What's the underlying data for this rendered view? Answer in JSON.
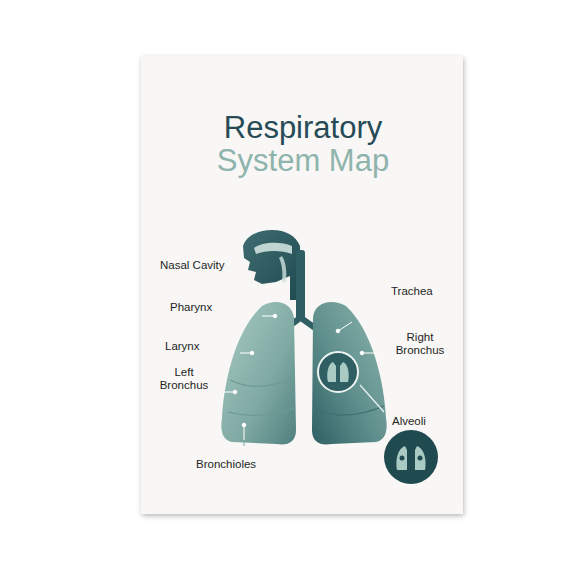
{
  "diagram": {
    "title": "Respiratory System Map",
    "labels": [
      "Nasal Cavity",
      "Pharynx",
      "Larynx",
      "Left Bronchus",
      "Bronchioles",
      "Trachea",
      "Right Bronchus",
      "Alveoli"
    ]
  }
}
